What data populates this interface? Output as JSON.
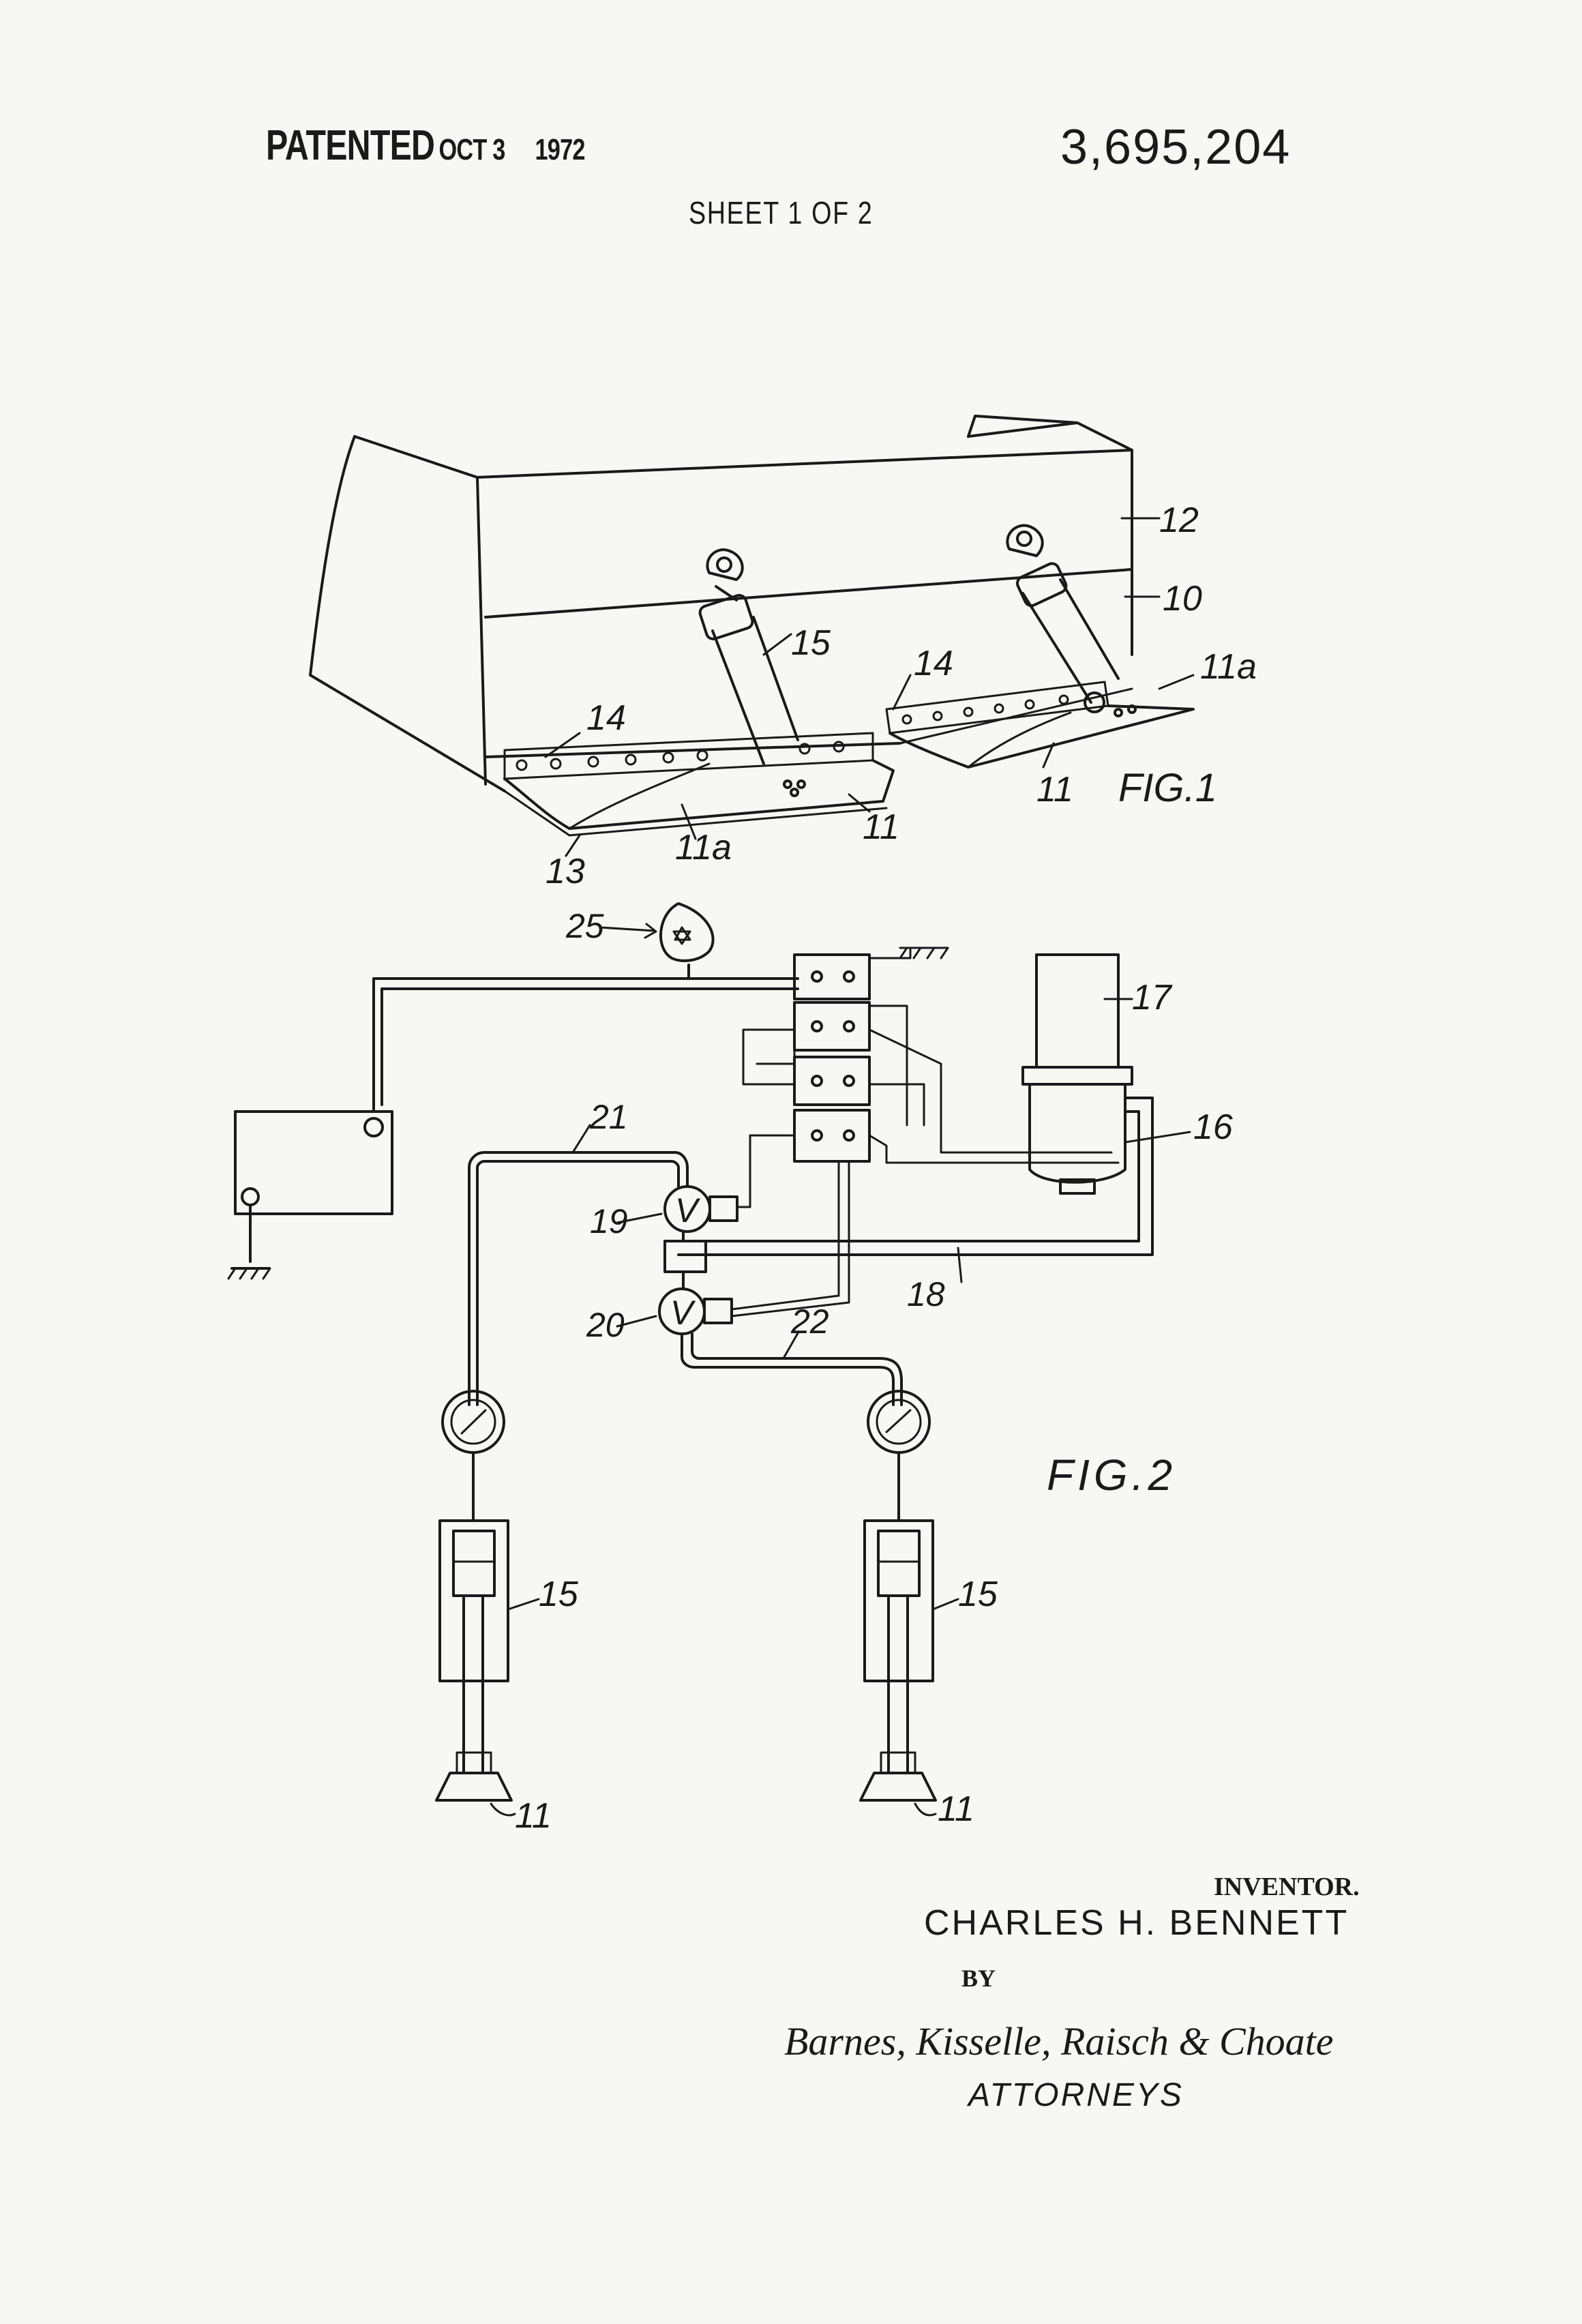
{
  "header": {
    "patented_label": "PATENTED",
    "date": "OCT 3",
    "year": "1972",
    "patent_number": "3,695,204",
    "sheet": "SHEET 1 OF 2"
  },
  "figures": {
    "fig1_label": "FIG.1",
    "fig2_label": "FIG.2"
  },
  "fig1_refs": {
    "r12": "12",
    "r10": "10",
    "r15": "15",
    "r14a": "14",
    "r14b": "14",
    "r11a_right": "11a",
    "r11a_left": "11a",
    "r11_front": "11",
    "r11_right": "11",
    "r13": "13"
  },
  "fig2_refs": {
    "r25": "25",
    "r17": "17",
    "r16": "16",
    "r21": "21",
    "r19": "19",
    "r18": "18",
    "r20": "20",
    "r22": "22",
    "r15_left": "15",
    "r15_right": "15",
    "r11_left": "11",
    "r11_right": "11",
    "valve_letter_19": "V",
    "valve_letter_20": "V"
  },
  "signature": {
    "inventor_label": "INVENTOR.",
    "inventor_name": "CHARLES H. BENNETT",
    "by_label": "BY",
    "firm": "Barnes, Kisselle, Raisch & Choate",
    "attorneys_label": "ATTORNEYS"
  }
}
